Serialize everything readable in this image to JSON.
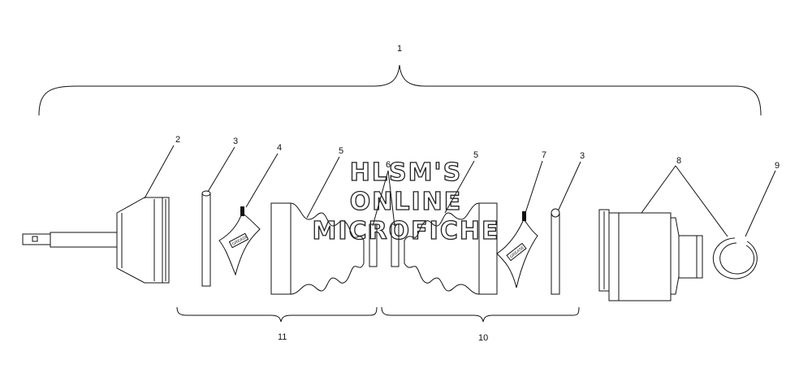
{
  "diagram": {
    "callouts": {
      "n1": "1",
      "n2": "2",
      "n3a": "3",
      "n4": "4",
      "n5a": "5",
      "n6": "6",
      "n5b": "5",
      "n7": "7",
      "n3b": "3",
      "n8": "8",
      "n9": "9",
      "n11": "11",
      "n10": "10"
    },
    "packet_label": "GREASE",
    "watermark": [
      "HLSM'S",
      "ONLINE",
      "MICROFICHE"
    ]
  }
}
